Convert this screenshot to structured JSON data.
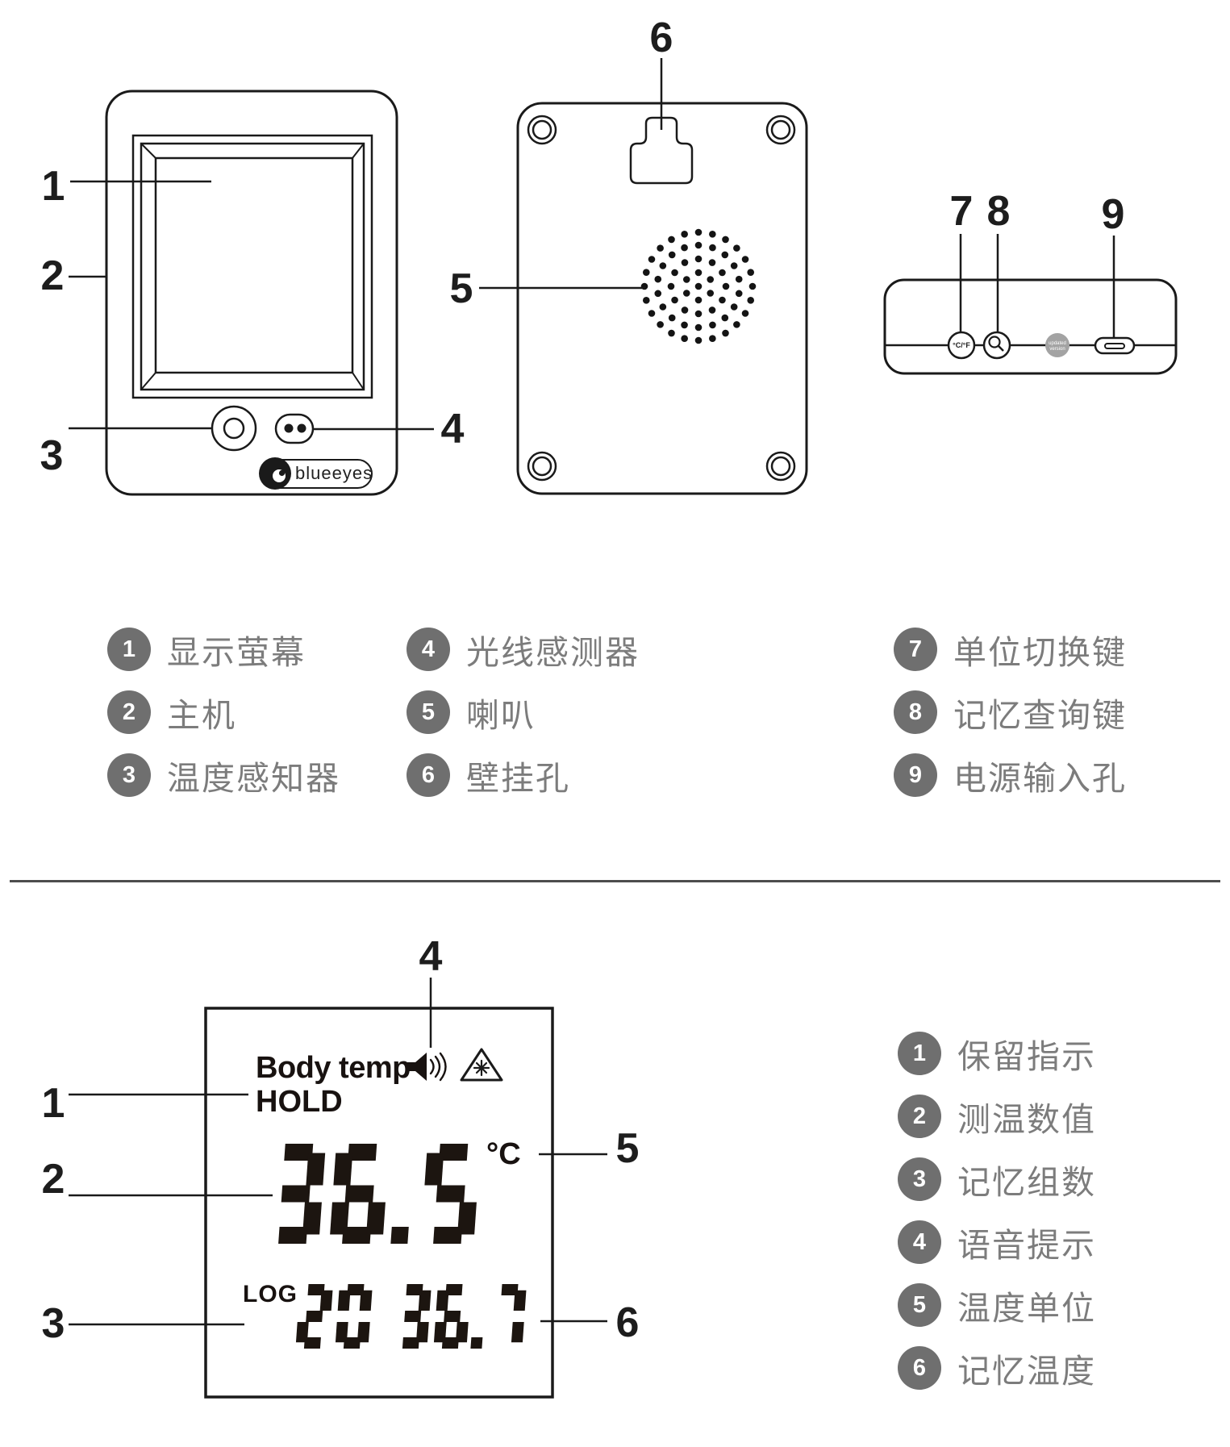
{
  "colors": {
    "ink": "#1a1a1a",
    "legend_circle": "#6f6f6f",
    "legend_text": "#7c7c7c",
    "divider": "#4d4d4d",
    "lcd_ink": "#1c1510",
    "sensor_dot_gray": "#a3a3a3"
  },
  "brand": {
    "logo_text": "blueeyes",
    "logo_icon": "bird-eye-logo"
  },
  "callouts": {
    "n1": "1",
    "n2": "2",
    "n3": "3",
    "n4": "4",
    "n5": "5",
    "n6": "6",
    "n7": "7",
    "n8": "8",
    "n9": "9"
  },
  "device_views": {
    "front_view": {
      "parts": [
        "display-screen",
        "main-unit-body",
        "temperature-sensor",
        "light-sensor",
        "brand-logo"
      ]
    },
    "rear_view": {
      "parts": [
        "corner-screws",
        "wall-mount-keyhole",
        "speaker-grille"
      ]
    },
    "top_view": {
      "unit_button_label": "°C/°F",
      "memory_button_icon": "magnifier-icon",
      "sensor_note_line1": "updated",
      "sensor_note_line2": "version",
      "power_port_icon": "dc-input-slot"
    }
  },
  "legend_top": {
    "columns": [
      {
        "items": [
          {
            "num": "1",
            "label": "显示萤幕"
          },
          {
            "num": "2",
            "label": "主机"
          },
          {
            "num": "3",
            "label": "温度感知器"
          }
        ]
      },
      {
        "items": [
          {
            "num": "4",
            "label": "光线感测器"
          },
          {
            "num": "5",
            "label": "喇叭"
          },
          {
            "num": "6",
            "label": "壁挂孔"
          }
        ]
      },
      {
        "items": [
          {
            "num": "7",
            "label": "单位切换键"
          },
          {
            "num": "8",
            "label": "记忆查询键"
          },
          {
            "num": "9",
            "label": "电源输入孔"
          }
        ]
      }
    ]
  },
  "lcd": {
    "mode_label": "Body temp",
    "hold_label": "HOLD",
    "main_value": "36.5",
    "unit": "°C",
    "log_label": "LOG",
    "log_text": "20 36.7",
    "voice_icon": "speaker-waves-icon",
    "laser_icon": "laser-warning-icon"
  },
  "legend_bottom": {
    "items": [
      {
        "num": "1",
        "label": "保留指示"
      },
      {
        "num": "2",
        "label": "测温数值"
      },
      {
        "num": "3",
        "label": "记忆组数"
      },
      {
        "num": "4",
        "label": "语音提示"
      },
      {
        "num": "5",
        "label": "温度单位"
      },
      {
        "num": "6",
        "label": "记忆温度"
      }
    ]
  }
}
